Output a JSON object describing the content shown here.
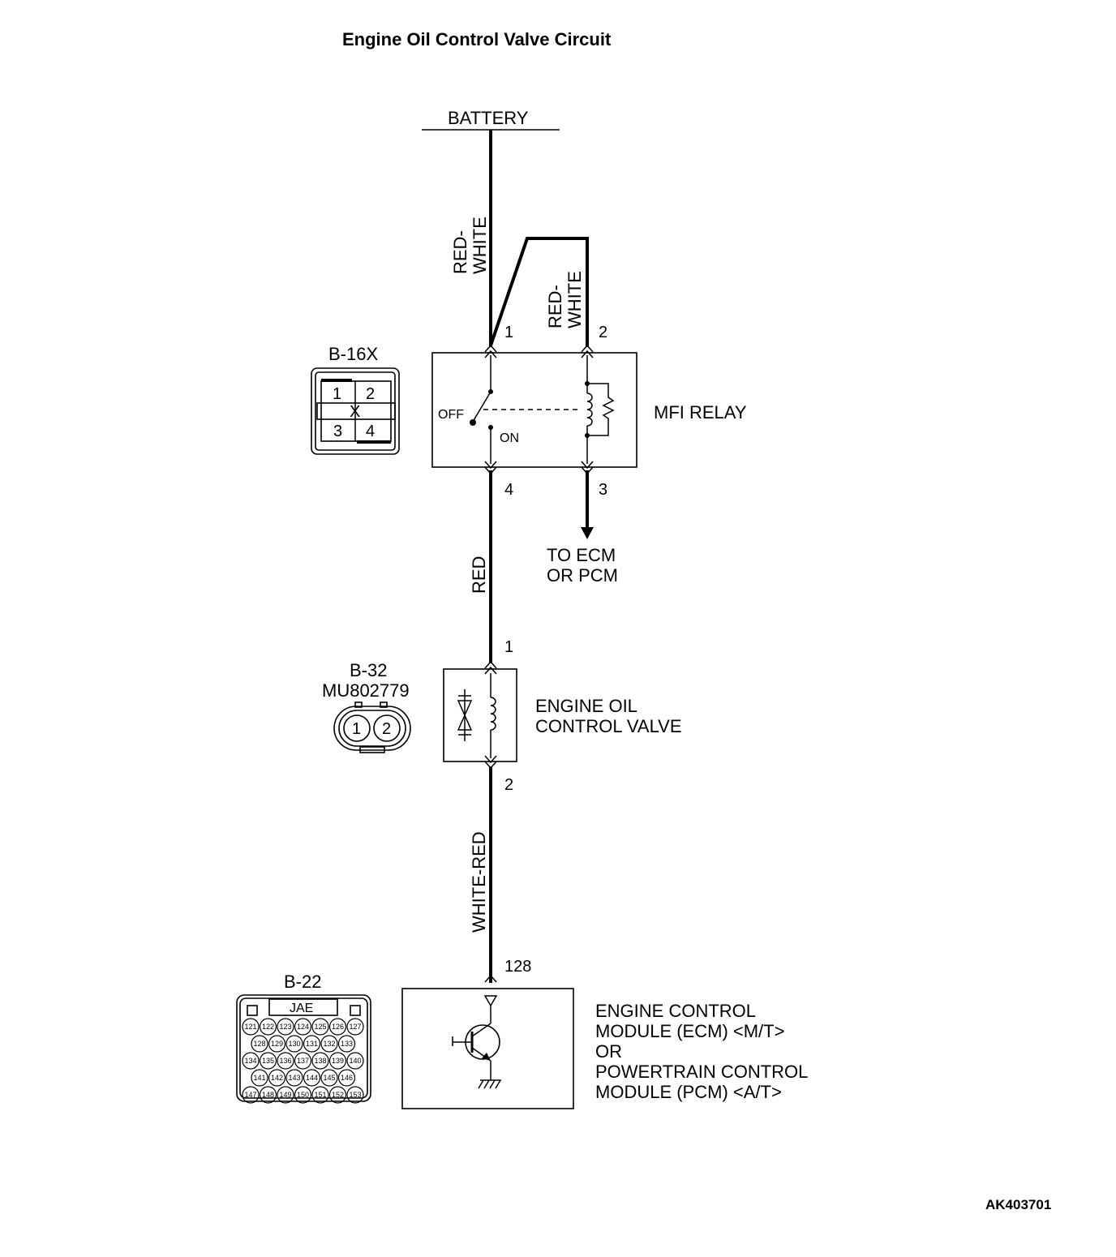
{
  "title": "Engine Oil Control Valve Circuit",
  "figure_code": "AK403701",
  "battery": {
    "label": "BATTERY"
  },
  "wires": {
    "battery_to_relay_pin1": "RED-\nWHITE",
    "battery_to_relay_pin2": "RED-\nWHITE",
    "relay_to_valve": "RED",
    "valve_to_module": "WHITE-RED"
  },
  "mfi_relay": {
    "name": "MFI RELAY",
    "connector": "B-16X",
    "pins": {
      "p1": "1",
      "p2": "2",
      "p3": "3",
      "p4": "4"
    },
    "switch_off": "OFF",
    "switch_on": "ON",
    "connector_cells": [
      "1",
      "2",
      "3",
      "4"
    ],
    "connector_center": "X"
  },
  "to_ecm": {
    "line1": "TO ECM",
    "line2": "OR PCM"
  },
  "oil_control_valve": {
    "name_line1": "ENGINE OIL",
    "name_line2": "CONTROL VALVE",
    "connector": "B-32",
    "part_number": "MU802779",
    "pins": {
      "p1": "1",
      "p2": "2"
    },
    "connector_cells": [
      "1",
      "2"
    ]
  },
  "module": {
    "pin": "128",
    "connector": "B-22",
    "connector_brand": "JAE",
    "line1": "ENGINE CONTROL",
    "line2": "MODULE (ECM) <M/T>",
    "line3": "OR",
    "line4": "POWERTRAIN CONTROL",
    "line5": "MODULE (PCM) <A/T>",
    "connector_rows": [
      [
        "121",
        "122",
        "123",
        "124",
        "125",
        "126",
        "127"
      ],
      [
        "128",
        "129",
        "130",
        "131",
        "132",
        "133"
      ],
      [
        "134",
        "135",
        "136",
        "137",
        "138",
        "139",
        "140"
      ],
      [
        "141",
        "142",
        "143",
        "144",
        "145",
        "146"
      ],
      [
        "147",
        "148",
        "149",
        "150",
        "151",
        "152",
        "153"
      ]
    ]
  }
}
